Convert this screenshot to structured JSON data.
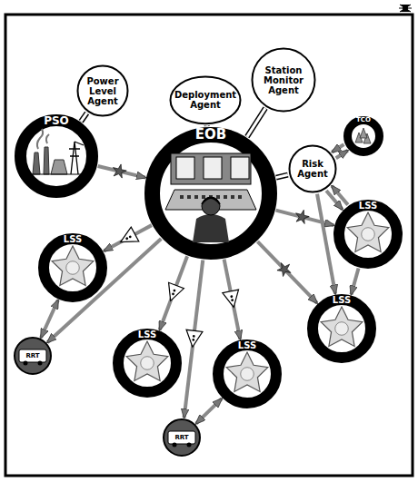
{
  "diagram": {
    "nodes": [
      {
        "text": [
          "Power Level Agent"
        ]
      },
      {
        "text": [
          "PSO"
        ]
      },
      {
        "text": [
          "Deployment Agent"
        ]
      },
      {
        "text": [
          "Station Monitor Agent"
        ]
      },
      {
        "text": [
          "EOB"
        ]
      },
      {
        "text": [
          "Risk Agent"
        ]
      },
      {
        "text": [
          "TCO"
        ]
      },
      {
        "text": [
          "LSS"
        ]
      },
      {
        "text": [
          "LSS"
        ]
      },
      {
        "text": [
          "LSS"
        ]
      },
      {
        "text": [
          "RRT"
        ]
      },
      {
        "text": [
          "LSS"
        ]
      },
      {
        "text": [
          "LSS"
        ]
      },
      {
        "text": [
          "RRT"
        ]
      }
    ],
    "edges": [
      {
        "from": 0,
        "to": 1,
        "arrow": "none"
      },
      {
        "from": 2,
        "to": 4,
        "arrow": "none"
      },
      {
        "from": 3,
        "to": 4,
        "arrow": "none"
      },
      {
        "from": 5,
        "to": 4,
        "arrow": "none"
      },
      {
        "from": 1,
        "to": 4,
        "arrow": "to"
      },
      {
        "from": 5,
        "to": 6,
        "arrow": "to"
      },
      {
        "from": 6,
        "to": 5,
        "arrow": "to"
      },
      {
        "from": 5,
        "to": 7,
        "arrow": "to"
      },
      {
        "from": 7,
        "to": 5,
        "arrow": "to"
      },
      {
        "from": 5,
        "to": 8,
        "arrow": "to"
      },
      {
        "from": 7,
        "to": 8,
        "arrow": "to"
      },
      {
        "from": 4,
        "to": 7,
        "arrow": "to"
      },
      {
        "from": 4,
        "to": 8,
        "arrow": "to"
      },
      {
        "from": 4,
        "to": 9,
        "arrow": "to"
      },
      {
        "from": 4,
        "to": 10,
        "arrow": "to"
      },
      {
        "from": 10,
        "to": 9,
        "arrow": "both"
      },
      {
        "from": 4,
        "to": 11,
        "arrow": "to"
      },
      {
        "from": 4,
        "to": 13,
        "arrow": "to"
      },
      {
        "from": 4,
        "to": 12,
        "arrow": "to"
      },
      {
        "from": 13,
        "to": 12,
        "arrow": "both"
      }
    ]
  }
}
